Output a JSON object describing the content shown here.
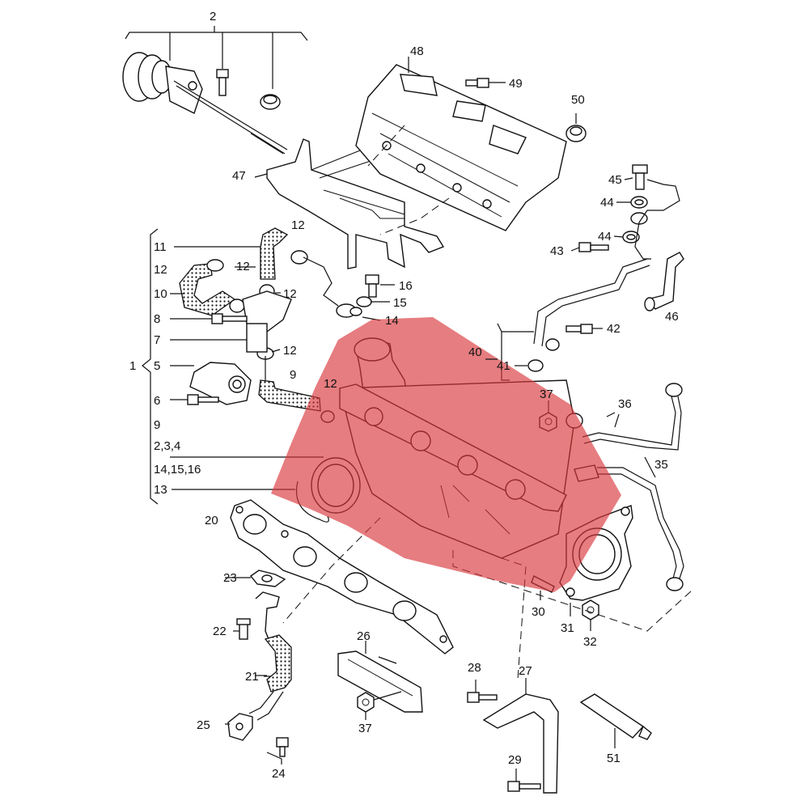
{
  "labels": {
    "l1": "1",
    "l2": "2",
    "l5": "5",
    "l6": "6",
    "l7": "7",
    "l8": "8",
    "l9a": "9",
    "l9b": "9",
    "l10": "10",
    "l11": "11",
    "l12a": "12",
    "l12b": "12",
    "l12c": "12",
    "l12d": "12",
    "l12e": "12",
    "l12f": "12",
    "l13": "13",
    "l14": "14",
    "l15": "15",
    "l16": "16",
    "l20": "20",
    "l21": "21",
    "l22": "22",
    "l23": "23",
    "l24": "24",
    "l25": "25",
    "l26": "26",
    "l27": "27",
    "l28": "28",
    "l29": "29",
    "l30": "30",
    "l31": "31",
    "l32": "32",
    "l35": "35",
    "l36": "36",
    "l37a": "37",
    "l37b": "37",
    "l40": "40",
    "l41": "41",
    "l42": "42",
    "l43": "43",
    "l44a": "44",
    "l44b": "44",
    "l45": "45",
    "l46": "46",
    "l47": "47",
    "l48": "48",
    "l49": "49",
    "l50": "50",
    "l51": "51",
    "g234": "2,3,4",
    "g141516": "14,15,16"
  },
  "colors": {
    "highlight": "#d9383c",
    "line": "#111111",
    "background": "#ffffff"
  }
}
